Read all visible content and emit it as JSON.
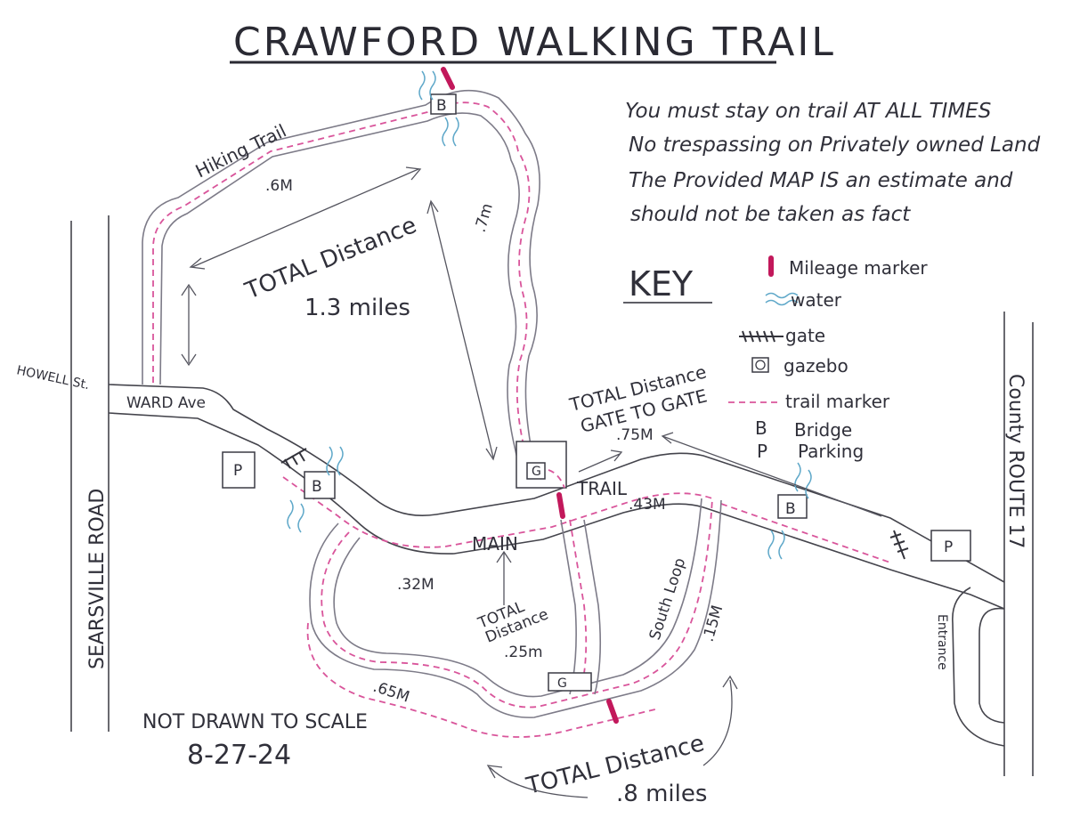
{
  "title": "CRAWFORD WALKING TRAIL",
  "notes": [
    "You must stay on trail AT ALL TIMES",
    "No trespassing on Privately owned Land",
    "The Provided MAP IS an estimate and",
    "should not be taken as fact"
  ],
  "key": {
    "heading": "KEY",
    "items": [
      {
        "symbol": "mileage-marker",
        "label": "Mileage marker"
      },
      {
        "symbol": "water",
        "label": "water"
      },
      {
        "symbol": "gate",
        "label": "gate"
      },
      {
        "symbol": "gazebo",
        "label": "gazebo"
      },
      {
        "symbol": "trail-marker",
        "label": "trail marker"
      },
      {
        "symbol": "B",
        "label": "Bridge"
      },
      {
        "symbol": "P",
        "label": "Parking"
      }
    ]
  },
  "roads": {
    "howell": "HOWELL St.",
    "ward": "WARD Ave",
    "searsville": "SEARSVILLE ROAD",
    "county": "County ROUTE 17",
    "entrance": "Entrance"
  },
  "trail_labels": {
    "hiking": "Hiking Trail",
    "main": "MAIN",
    "trail": "TRAIL",
    "south_loop": "South Loop"
  },
  "distances": {
    "north_line1": "TOTAL Distance",
    "north_line2": "1.3 miles",
    "gate_line1": "TOTAL Distance",
    "gate_line2": "GATE TO GATE",
    "gate_line3": ".75M",
    "inner_line1": "TOTAL",
    "inner_line2": "Distance",
    "inner_line3": ".25m",
    "south_line1": "TOTAL Distance",
    "south_line2": ".8 miles",
    "seg_6": ".6M",
    "seg_7": ".7m",
    "seg_43": ".43M",
    "seg_32": ".32M",
    "seg_65": ".65M",
    "seg_15": ".15M"
  },
  "symbols": {
    "bridge": "B",
    "parking": "P",
    "gazebo": "G"
  },
  "footer": {
    "scale": "NOT DRAWN TO SCALE",
    "date": "8-27-24"
  },
  "colors": {
    "trail_marker": "#d9559b",
    "mileage_marker": "#c2185b",
    "water": "#5fa8c9",
    "ink": "#2a2a33"
  }
}
